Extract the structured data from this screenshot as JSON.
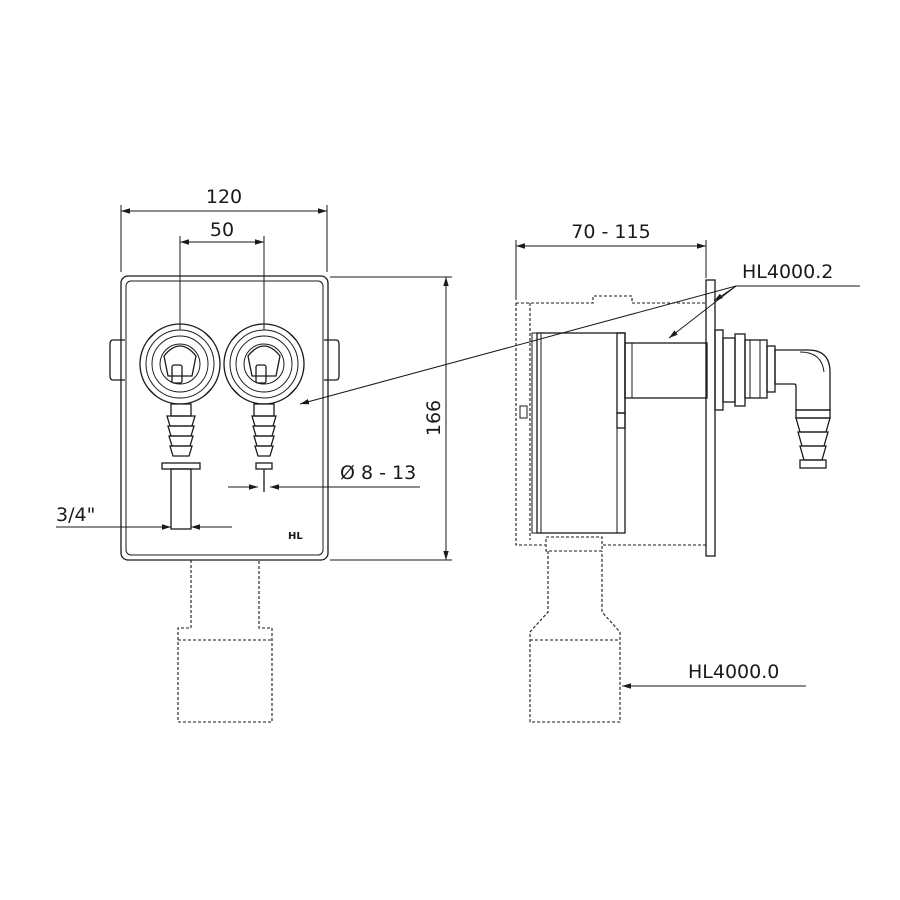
{
  "dimensions": {
    "width": "120",
    "spacing": "50",
    "height": "166",
    "depth": "70 - 115",
    "hose_diameter": "Ø 8 - 13",
    "thread": "3/4\""
  },
  "parts": {
    "connector": "HL4000.2",
    "siphon": "HL4000.0"
  },
  "brand_mark": "HL"
}
